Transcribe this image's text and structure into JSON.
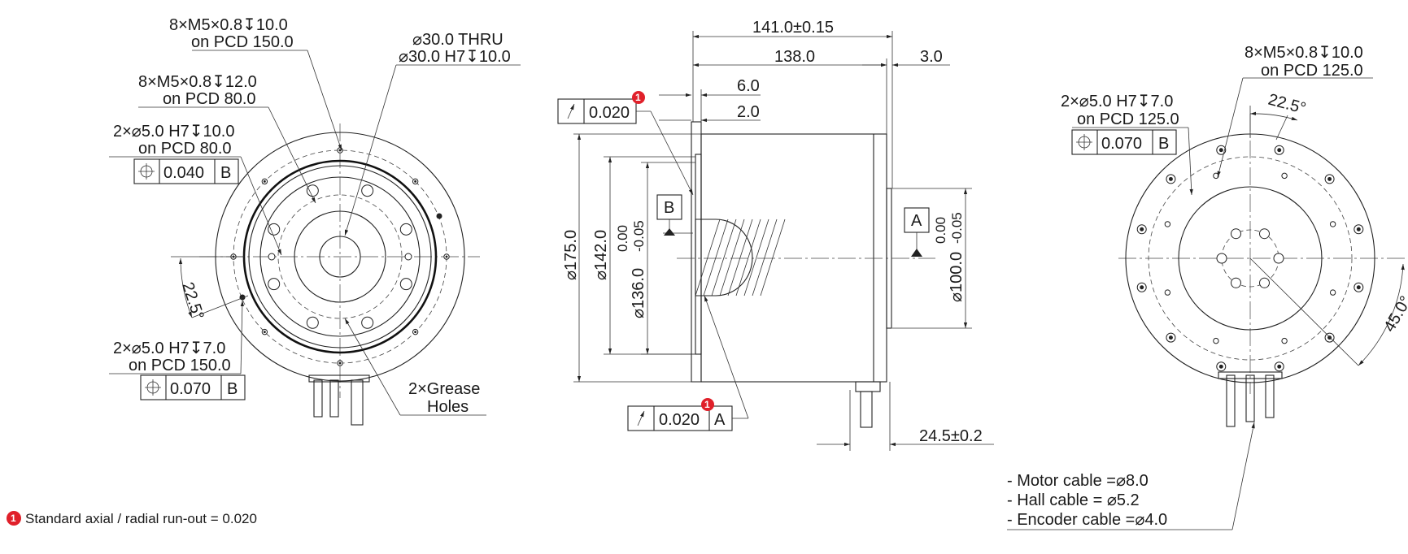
{
  "front_view": {
    "thread_pcd150": [
      "8×M5×0.8↧10.0",
      "on PCD 150.0"
    ],
    "thru_hole": [
      "⌀30.0 THRU",
      "⌀30.0 H7↧10.0"
    ],
    "thread_pcd80": [
      "8×M5×0.8↧12.0",
      "on PCD 80.0"
    ],
    "pin_pcd80": [
      "2×⌀5.0 H7↧10.0",
      "on PCD 80.0"
    ],
    "pin_pcd80_fcf": {
      "value": "0.040",
      "datum": "B"
    },
    "angle": "22.5°",
    "pin_pcd150": [
      "2×⌀5.0 H7↧7.0",
      "on PCD 150.0"
    ],
    "pin_pcd150_fcf": {
      "value": "0.070",
      "datum": "B"
    },
    "grease": [
      "2×Grease",
      "Holes"
    ]
  },
  "side_view": {
    "overall_length": "141.0±0.15",
    "body_length": "138.0",
    "flange_gap": "3.0",
    "step_1": "6.0",
    "step_2": "2.0",
    "runout_top": {
      "value": "0.020",
      "badge": "1"
    },
    "datum_b": "B",
    "datum_a": "A",
    "dia_175": "⌀175.0",
    "dia_142": "⌀142.0",
    "dia_136": "⌀136.0",
    "dia_136_tol": [
      "0.00",
      "-0.05"
    ],
    "dia_100": "⌀100.0",
    "dia_100_tol": [
      "0.00",
      "-0.05"
    ],
    "runout_bottom": {
      "value": "0.020",
      "datum": "A",
      "badge": "1"
    },
    "cable_length": "24.5±0.2"
  },
  "rear_view": {
    "thread_pcd125": [
      "8×M5×0.8↧10.0",
      "on PCD 125.0"
    ],
    "angle": "22.5°",
    "pin_pcd125": [
      "2×⌀5.0 H7↧7.0",
      "on PCD 125.0"
    ],
    "pin_pcd125_fcf": {
      "value": "0.070",
      "datum": "B"
    },
    "angle_45": "45.0°",
    "cables": [
      "- Motor cable =⌀8.0",
      "- Hall cable = ⌀5.2",
      "- Encoder cable =⌀4.0"
    ]
  },
  "footnote": {
    "badge": "1",
    "text": "Standard axial / radial run-out = 0.020"
  }
}
